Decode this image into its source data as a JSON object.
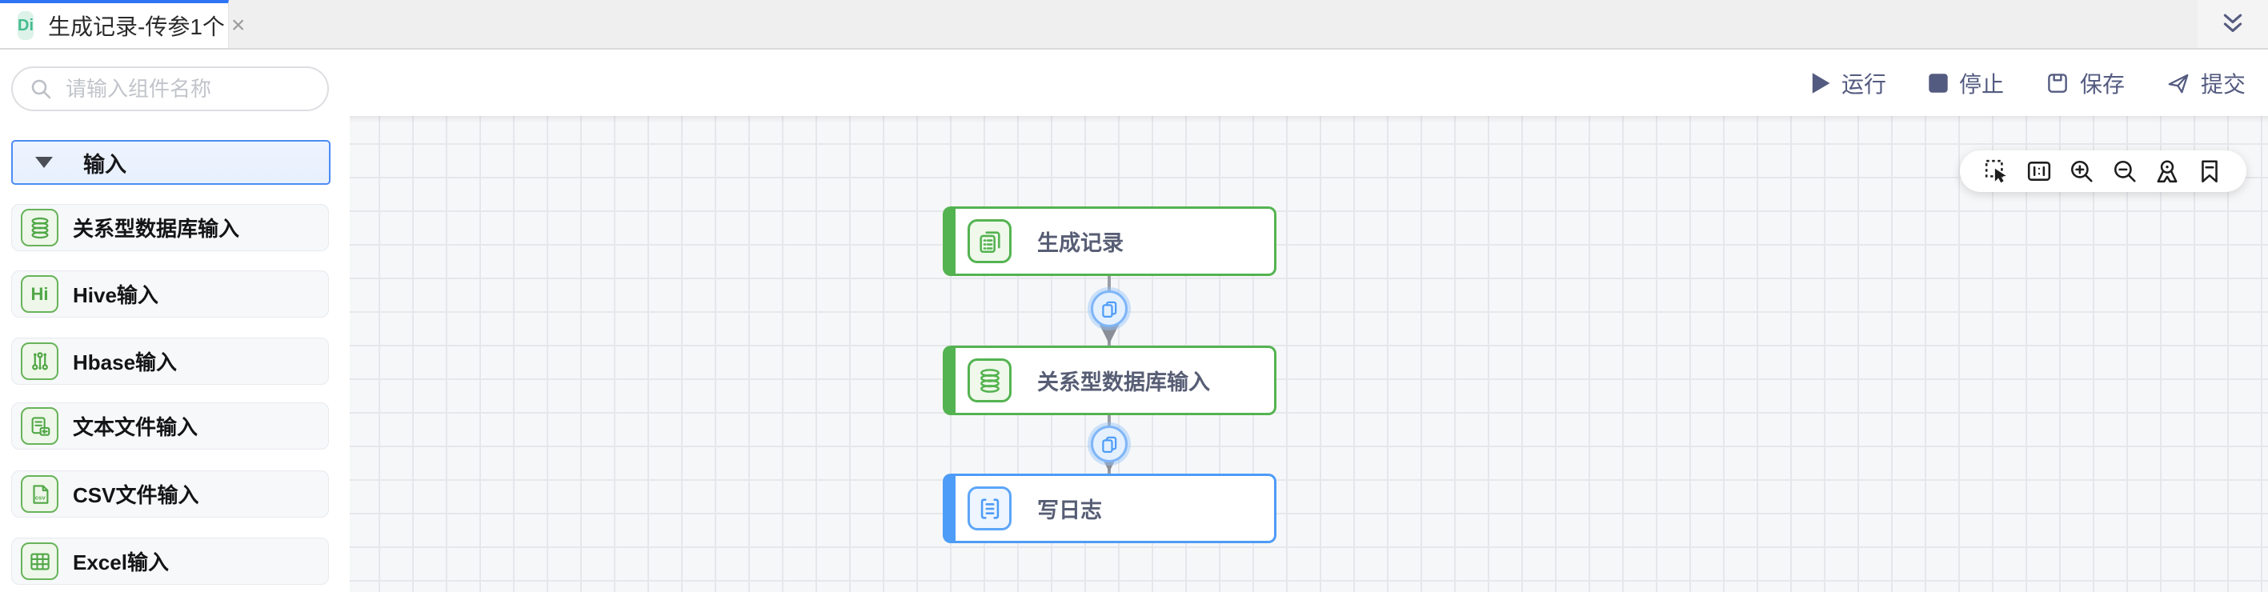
{
  "tab_bar": {
    "active_tab": {
      "badge": "Di",
      "title": "生成记录-传参1个"
    }
  },
  "toolbar": {
    "run_label": "运行",
    "stop_label": "停止",
    "save_label": "保存",
    "submit_label": "提交"
  },
  "sidebar": {
    "search_placeholder": "请输入组件名称",
    "section": {
      "label": "输入",
      "expanded": true
    },
    "items": [
      {
        "label": "关系型数据库输入",
        "icon": "database-icon"
      },
      {
        "label": "Hive输入",
        "icon": "hive-icon",
        "icon_text": "Hi"
      },
      {
        "label": "Hbase输入",
        "icon": "hbase-icon"
      },
      {
        "label": "文本文件输入",
        "icon": "text-file-icon"
      },
      {
        "label": "CSV文件输入",
        "icon": "csv-file-icon",
        "icon_text": "csv"
      },
      {
        "label": "Excel输入",
        "icon": "excel-icon"
      }
    ]
  },
  "canvas": {
    "tools": [
      "marquee-select-icon",
      "actual-size-icon",
      "zoom-in-icon",
      "zoom-out-icon",
      "locate-icon",
      "bookmark-icon"
    ],
    "nodes": [
      {
        "label": "生成记录",
        "state_color": "#54b351",
        "icon": "generate-records-icon"
      },
      {
        "label": "关系型数据库输入",
        "state_color": "#54b351",
        "icon": "database-icon"
      },
      {
        "label": "写日志",
        "state_color": "#4d9cf8",
        "icon": "write-log-icon"
      }
    ],
    "edges": [
      {
        "from": "生成记录",
        "to": "关系型数据库输入",
        "badge_icon": "copy-data-icon"
      },
      {
        "from": "关系型数据库输入",
        "to": "写日志",
        "badge_icon": "copy-data-icon"
      }
    ]
  },
  "colors": {
    "tab_accent": "#2f74f4",
    "section_border": "#4c8cf5",
    "node_green": "#54b351",
    "node_blue": "#4d9cf8",
    "action_text": "#545b80",
    "edge_gray": "#8a8e97",
    "sidebar_icon_green": "#51a747"
  }
}
